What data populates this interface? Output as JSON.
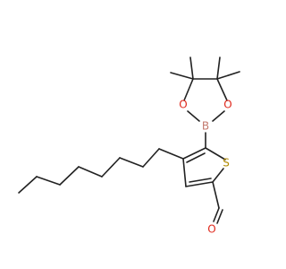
{
  "molecule": {
    "atoms": {
      "sulfur": "S",
      "boron": "B",
      "oxygen_left": "O",
      "oxygen_right": "O",
      "oxygen_aldehyde": "O"
    },
    "colors": {
      "bond": "#222222",
      "sulfur": "#b08a00",
      "boron": "#c47a6e",
      "oxygen": "#e0281c"
    }
  }
}
